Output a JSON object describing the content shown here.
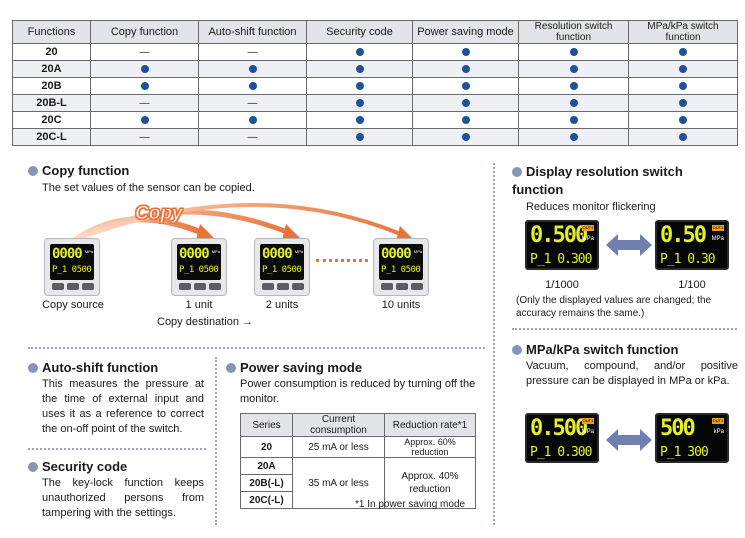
{
  "functions_table": {
    "headers": [
      "Functions",
      "Copy function",
      "Auto-shift function",
      "Security code",
      "Power saving mode",
      "Resolution switch function",
      "MPa/kPa switch function"
    ],
    "rows": [
      {
        "model": "20",
        "cells": [
          "dash",
          "dash",
          "dot",
          "dot",
          "dot",
          "dot"
        ]
      },
      {
        "model": "20A",
        "cells": [
          "dot",
          "dot",
          "dot",
          "dot",
          "dot",
          "dot"
        ]
      },
      {
        "model": "20B",
        "cells": [
          "dot",
          "dot",
          "dot",
          "dot",
          "dot",
          "dot"
        ]
      },
      {
        "model": "20B-L",
        "cells": [
          "dash",
          "dash",
          "dot",
          "dot",
          "dot",
          "dot"
        ]
      },
      {
        "model": "20C",
        "cells": [
          "dot",
          "dot",
          "dot",
          "dot",
          "dot",
          "dot"
        ]
      },
      {
        "model": "20C-L",
        "cells": [
          "dash",
          "dash",
          "dot",
          "dot",
          "dot",
          "dot"
        ]
      }
    ],
    "dash_symbol": "—"
  },
  "copy": {
    "title": "Copy function",
    "desc": "The set values of the sensor can be copied.",
    "banner": "Copy",
    "source_label": "Copy source",
    "unit_labels": [
      "1 unit",
      "2 units",
      "10 units"
    ],
    "destination_label": "Copy destination →",
    "display_main": "0000",
    "display_unit": "MPa",
    "display_sub": "P_1  0500"
  },
  "resolution": {
    "title": "Display resolution switch function",
    "desc": "Reduces monitor flickering",
    "left_main": "0.500",
    "left_sub": "P_1  0.300",
    "right_main": "0.50",
    "right_sub": "P_1  0.30",
    "left_caption": "1/1000",
    "right_caption": "1/100",
    "note": "(Only the displayed values are changed; the accuracy remains the same.)",
    "unit_mpa": "MPa",
    "tag": "OUT1"
  },
  "mpakpa": {
    "title": "MPa/kPa switch function",
    "desc": "Vacuum, compound, and/or positive pressure can be displayed in MPa or kPa.",
    "left_main": "0.500",
    "left_sub": "P_1  0.300",
    "right_main": "500",
    "right_sub": "P_1  300",
    "left_unit": "MPa",
    "right_unit": "kPa"
  },
  "autoshift": {
    "title": "Auto-shift function",
    "desc": "This measures the pressure at the time of external input and uses it as a reference to correct the on-off point of the switch."
  },
  "security": {
    "title": "Security code",
    "desc": "The key-lock function keeps unauthorized persons from tampering with the settings."
  },
  "power": {
    "title": "Power saving mode",
    "desc": "Power consumption is reduced by turning off the monitor.",
    "headers": [
      "Series",
      "Current consumption",
      "Reduction rate*1"
    ],
    "row1": {
      "series": "20",
      "current": "25 mA or less",
      "rate": "Approx. 60% reduction"
    },
    "rows2_series": [
      "20A",
      "20B(-L)",
      "20C(-L)"
    ],
    "rows2_current": "35 mA or less",
    "rows2_rate": "Approx. 40% reduction",
    "footnote": "*1  In power saving mode"
  },
  "colors": {
    "dot": "#21509a",
    "header_bg": "#e2e4ea",
    "copy_orange": "#e8743a",
    "lcd": "#e2f02a",
    "arrow": "#6f7fae"
  }
}
